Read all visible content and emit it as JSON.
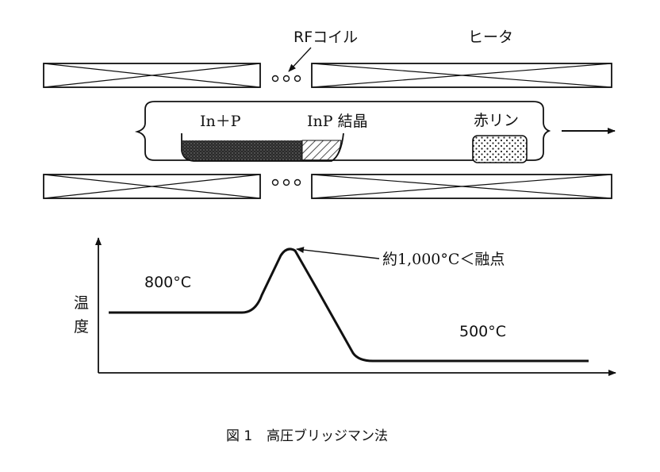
{
  "labels": {
    "rf_coil": "RFコイル",
    "heater": "ヒータ",
    "melt": "In＋P",
    "crystal": "InP 結晶",
    "red_phosphorus": "赤リン",
    "temp_800": "800°C",
    "temp_500": "500°C",
    "peak": "約1,000°C＜融点",
    "yaxis_1": "温",
    "yaxis_2": "度"
  },
  "caption": {
    "figure_no": "図 1",
    "title": "高圧ブリッジマン法"
  }
}
